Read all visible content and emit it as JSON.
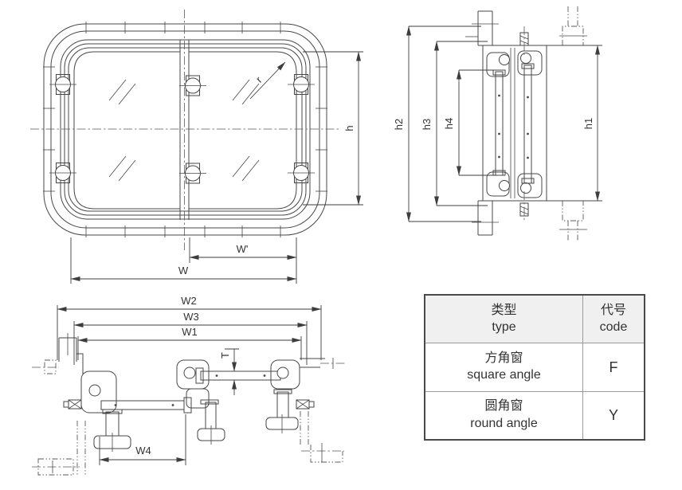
{
  "colors": {
    "line": "#474747",
    "dimension": "#3d3d3d",
    "label": "#333333",
    "table_border_outer": "#4a4a4a",
    "table_border_inner": "#9a9a9a",
    "table_header_bg": "#f0f0f0",
    "background": "#ffffff"
  },
  "front_view": {
    "dim_r": "r",
    "dim_h": "h",
    "dim_w_inner": "W'",
    "dim_w": "W"
  },
  "side_view": {
    "dim_h2": "h2",
    "dim_h3": "h3",
    "dim_h4": "h4",
    "dim_h1": "h1"
  },
  "section_view": {
    "dim_w2": "W2",
    "dim_w3": "W3",
    "dim_w1": "W1",
    "dim_t": "T",
    "dim_w4": "W4"
  },
  "table": {
    "header": {
      "type_zh": "类型",
      "type_en": "type",
      "code_zh": "代号",
      "code_en": "code"
    },
    "rows": [
      {
        "type_zh": "方角窗",
        "type_en": "square angle",
        "code": "F"
      },
      {
        "type_zh": "圆角窗",
        "type_en": "round angle",
        "code": "Y"
      }
    ]
  }
}
